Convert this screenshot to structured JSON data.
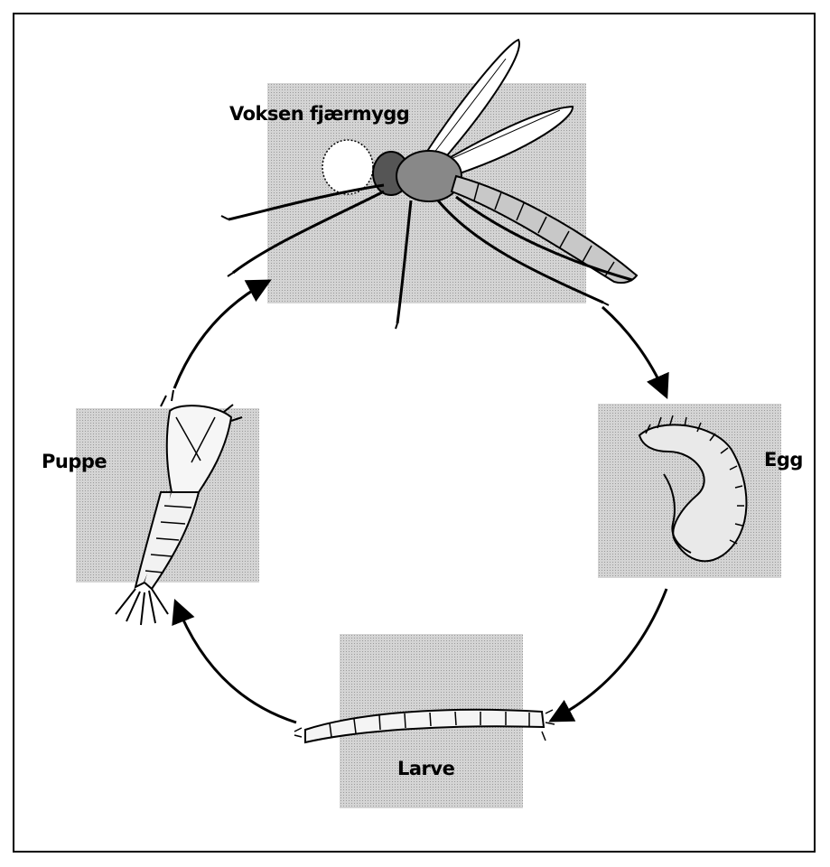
{
  "stages": {
    "adult": "Voksen fjærmygg",
    "egg": "Egg",
    "larva": "Larve",
    "pupa": "Puppe"
  }
}
